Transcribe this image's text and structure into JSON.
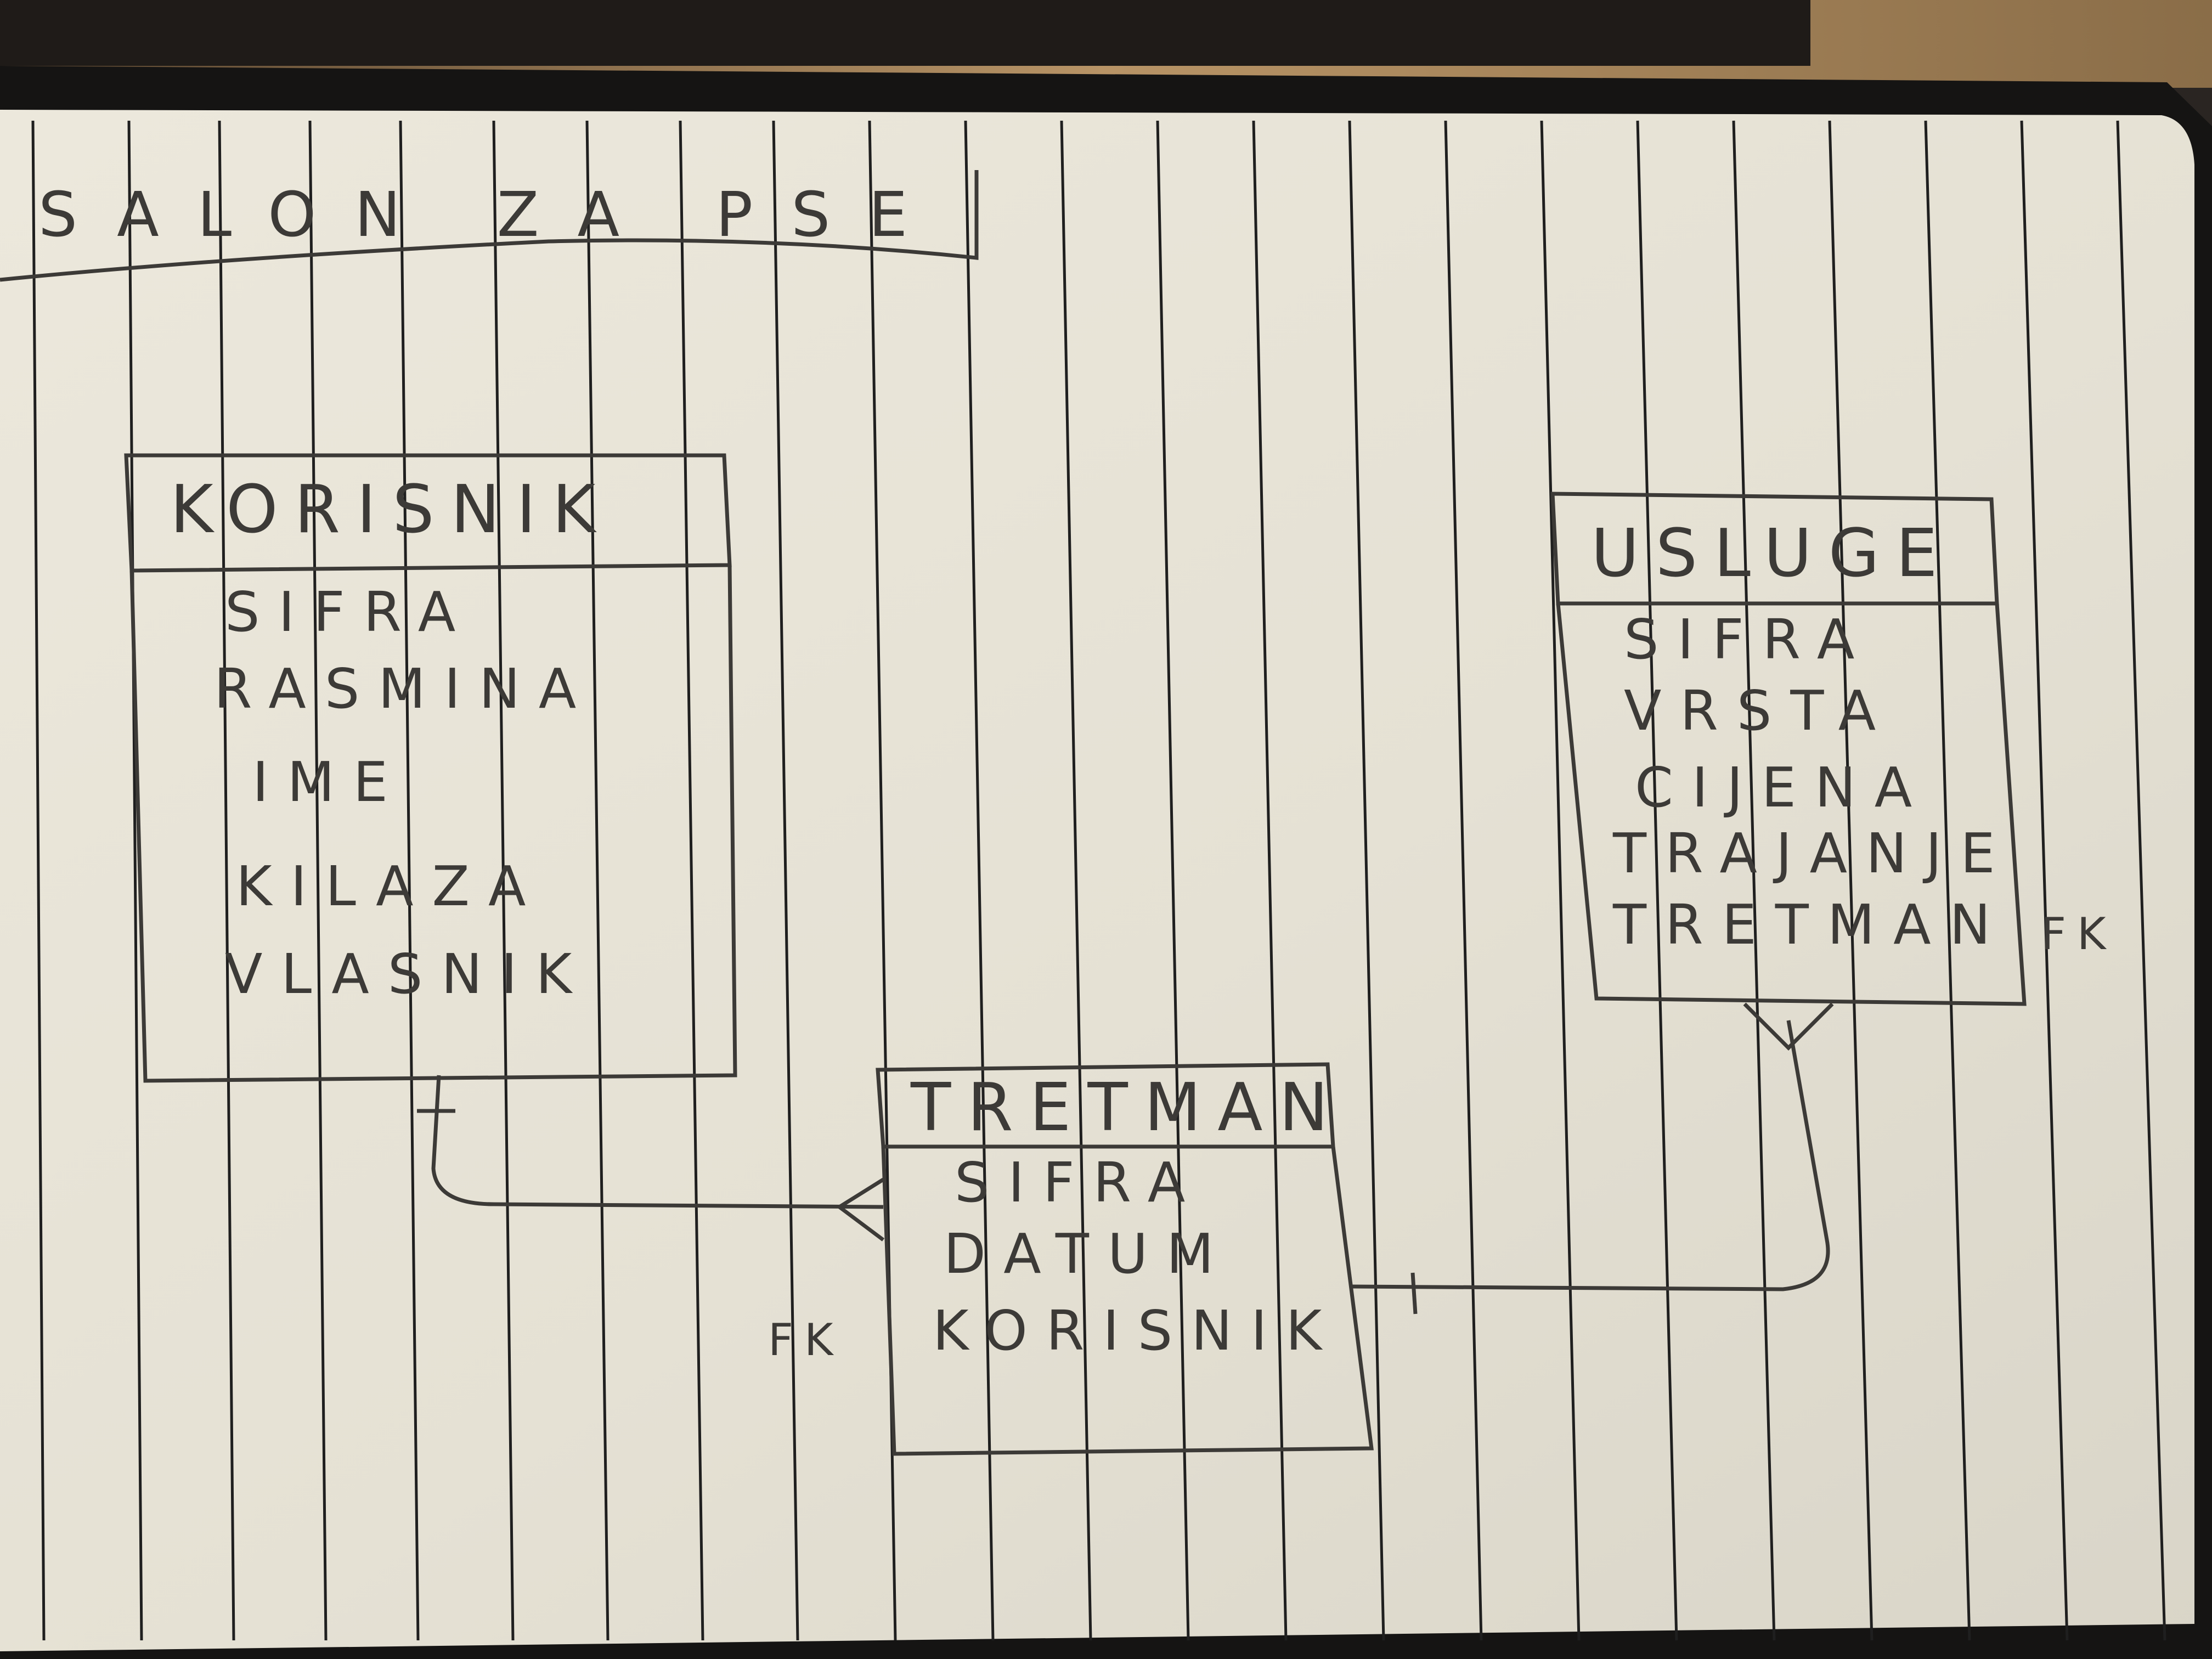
{
  "title": "SALON ZA PSE",
  "entities": {
    "korisnik": {
      "name": "KORISNIK",
      "attributes": [
        "SIFRA",
        "RASMINA",
        "IME",
        "KILAZA",
        "VLASNIK"
      ]
    },
    "usluge": {
      "name": "USLUGE",
      "attributes": [
        "SIFRA",
        "VRSTA",
        "CIJENA",
        "TRAJANJE",
        "TRETMAN"
      ],
      "fk_label": "FK"
    },
    "tretman": {
      "name": "TRETMAN",
      "attributes": [
        "SIFRA",
        "DATUM",
        "KORISNIK"
      ],
      "fk_label": "FK"
    }
  },
  "colors": {
    "paper": "#e7e3d7",
    "ink": "#3c3a37",
    "ruling": "#1c1c1c",
    "notebook_edge": "#141414",
    "table": "#a8875a"
  }
}
